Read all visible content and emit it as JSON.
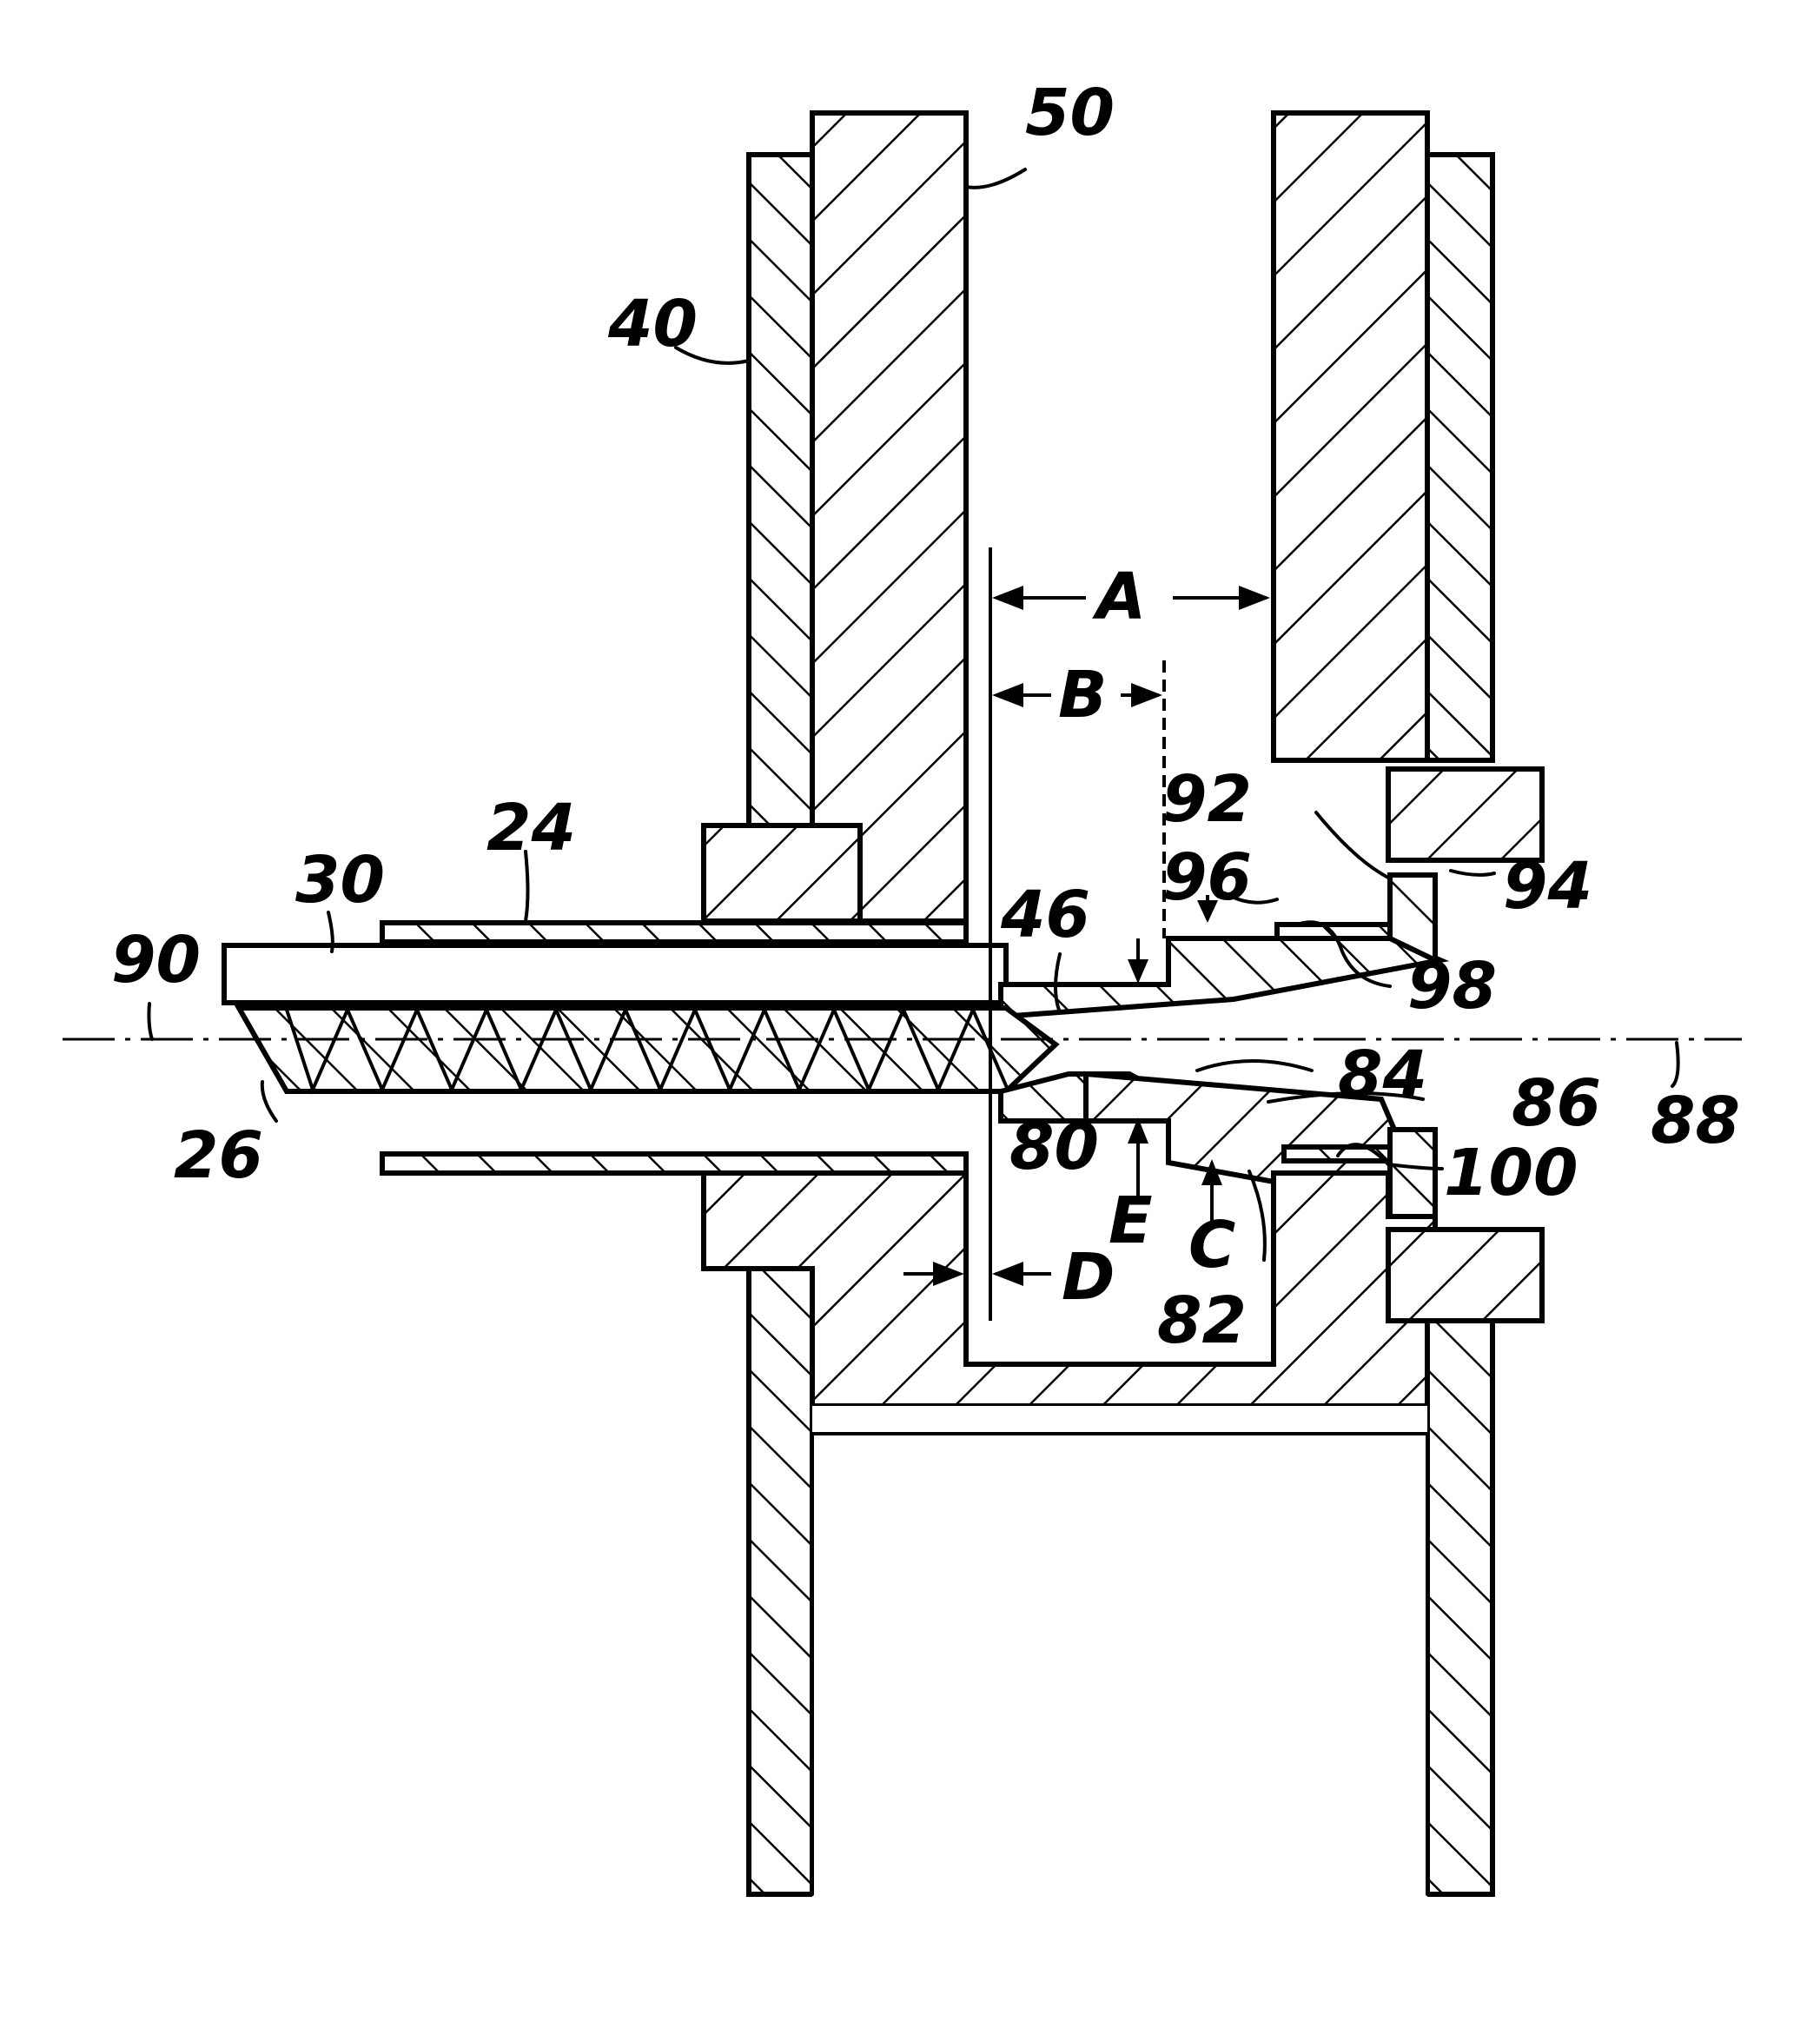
{
  "figure": {
    "labels": {
      "l50": "50",
      "l40": "40",
      "l24": "24",
      "l30": "30",
      "l90": "90",
      "l26": "26",
      "l46": "46",
      "l92": "92",
      "l96": "96",
      "l94": "94",
      "l98": "98",
      "l84": "84",
      "l86": "86",
      "l88": "88",
      "l80": "80",
      "l100": "100",
      "l82": "82"
    },
    "dimensions": {
      "A": "A",
      "B": "B",
      "C": "C",
      "D": "D",
      "E": "E"
    }
  }
}
